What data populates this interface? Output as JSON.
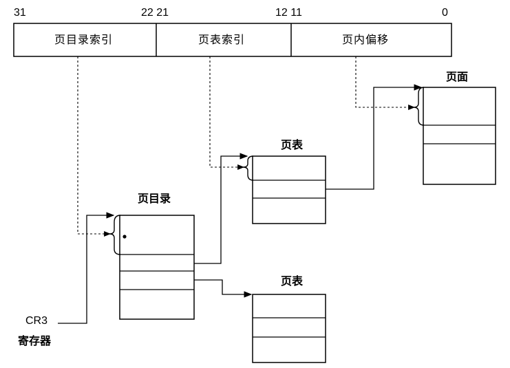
{
  "bit_numbers": {
    "b31": "31",
    "b22_21": "22 21",
    "b12_11": "12 11",
    "b0": "0"
  },
  "fields": {
    "dir_index": "页目录索引",
    "table_index": "页表索引",
    "offset": "页内偏移"
  },
  "titles": {
    "page_directory": "页目录",
    "page_table_upper": "页表",
    "page_table_lower": "页表",
    "page": "页面"
  },
  "register": {
    "name": "CR3",
    "suffix": "寄存器"
  }
}
